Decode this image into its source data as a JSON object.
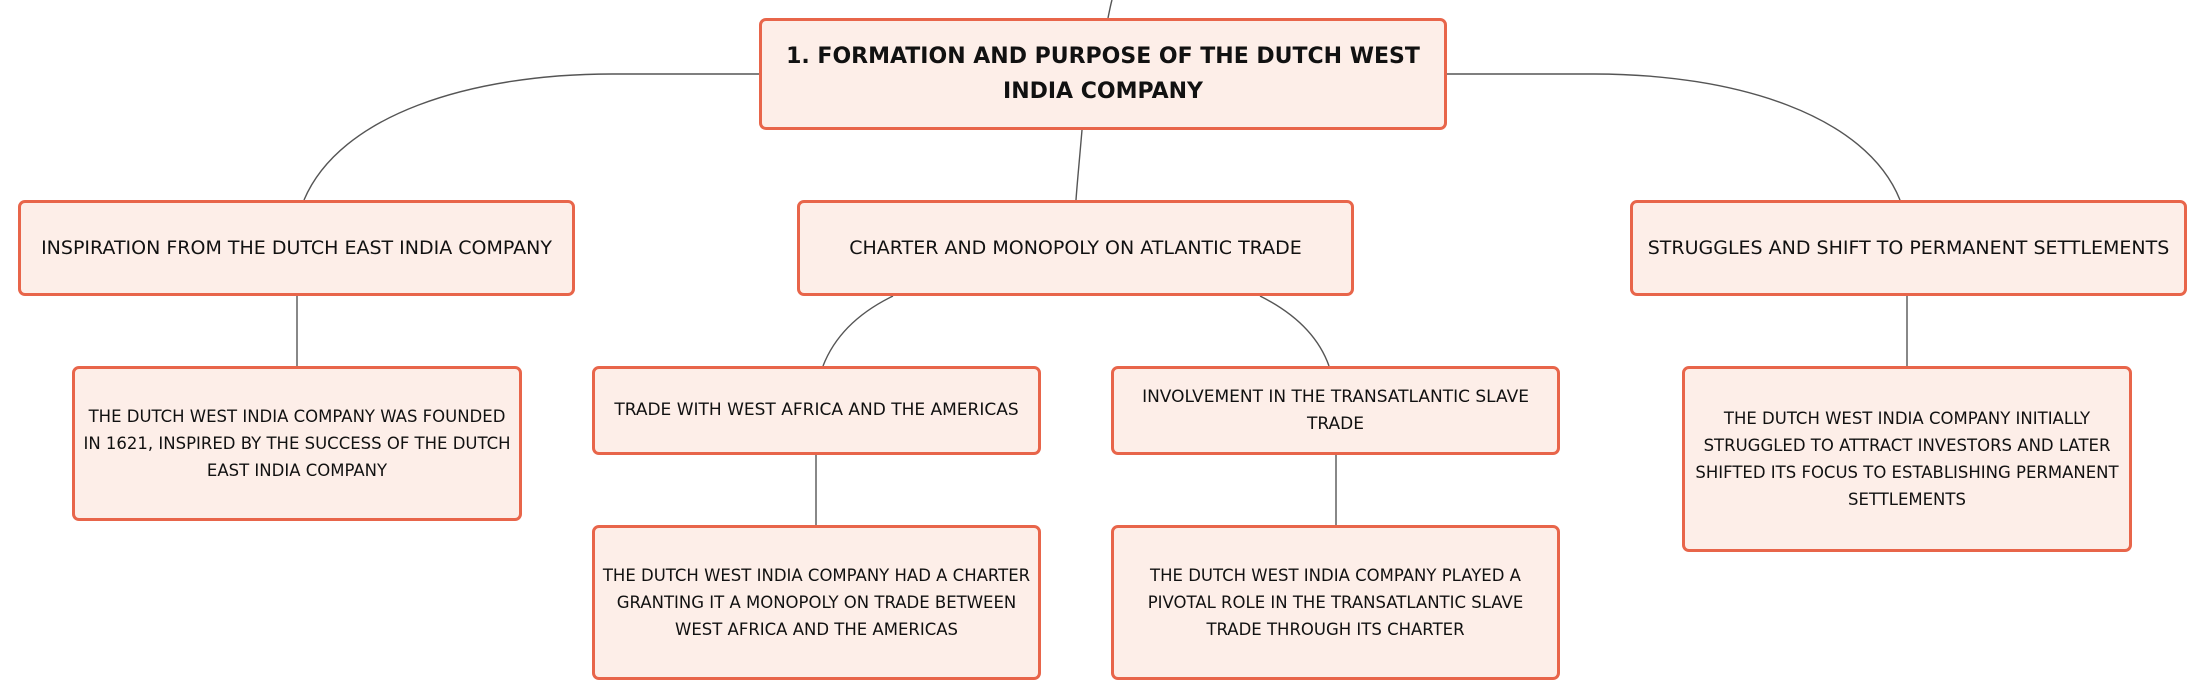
{
  "diagram": {
    "colors": {
      "border": "#e8654a",
      "fill": "#fdeee8",
      "line": "#555555",
      "text": "#111111"
    },
    "root": {
      "label": "1. FORMATION AND PURPOSE OF THE DUTCH WEST INDIA COMPANY"
    },
    "branches": [
      {
        "label": "INSPIRATION FROM THE DUTCH EAST INDIA COMPANY",
        "detail": "THE DUTCH WEST INDIA COMPANY WAS FOUNDED IN 1621, INSPIRED BY THE SUCCESS OF THE DUTCH EAST INDIA COMPANY"
      },
      {
        "label": "CHARTER AND MONOPOLY ON ATLANTIC TRADE",
        "children": [
          {
            "label": "TRADE WITH WEST AFRICA AND THE AMERICAS",
            "detail": "THE DUTCH WEST INDIA COMPANY HAD A CHARTER GRANTING IT A MONOPOLY ON TRADE BETWEEN WEST AFRICA AND THE AMERICAS"
          },
          {
            "label": "INVOLVEMENT IN THE TRANSATLANTIC SLAVE TRADE",
            "detail": "THE DUTCH WEST INDIA COMPANY PLAYED A PIVOTAL ROLE IN THE TRANSATLANTIC SLAVE TRADE THROUGH ITS CHARTER"
          }
        ]
      },
      {
        "label": "STRUGGLES AND SHIFT TO PERMANENT SETTLEMENTS",
        "detail": "THE DUTCH WEST INDIA COMPANY INITIALLY STRUGGLED TO ATTRACT INVESTORS AND LATER SHIFTED ITS FOCUS TO ESTABLISHING PERMANENT SETTLEMENTS"
      }
    ]
  }
}
